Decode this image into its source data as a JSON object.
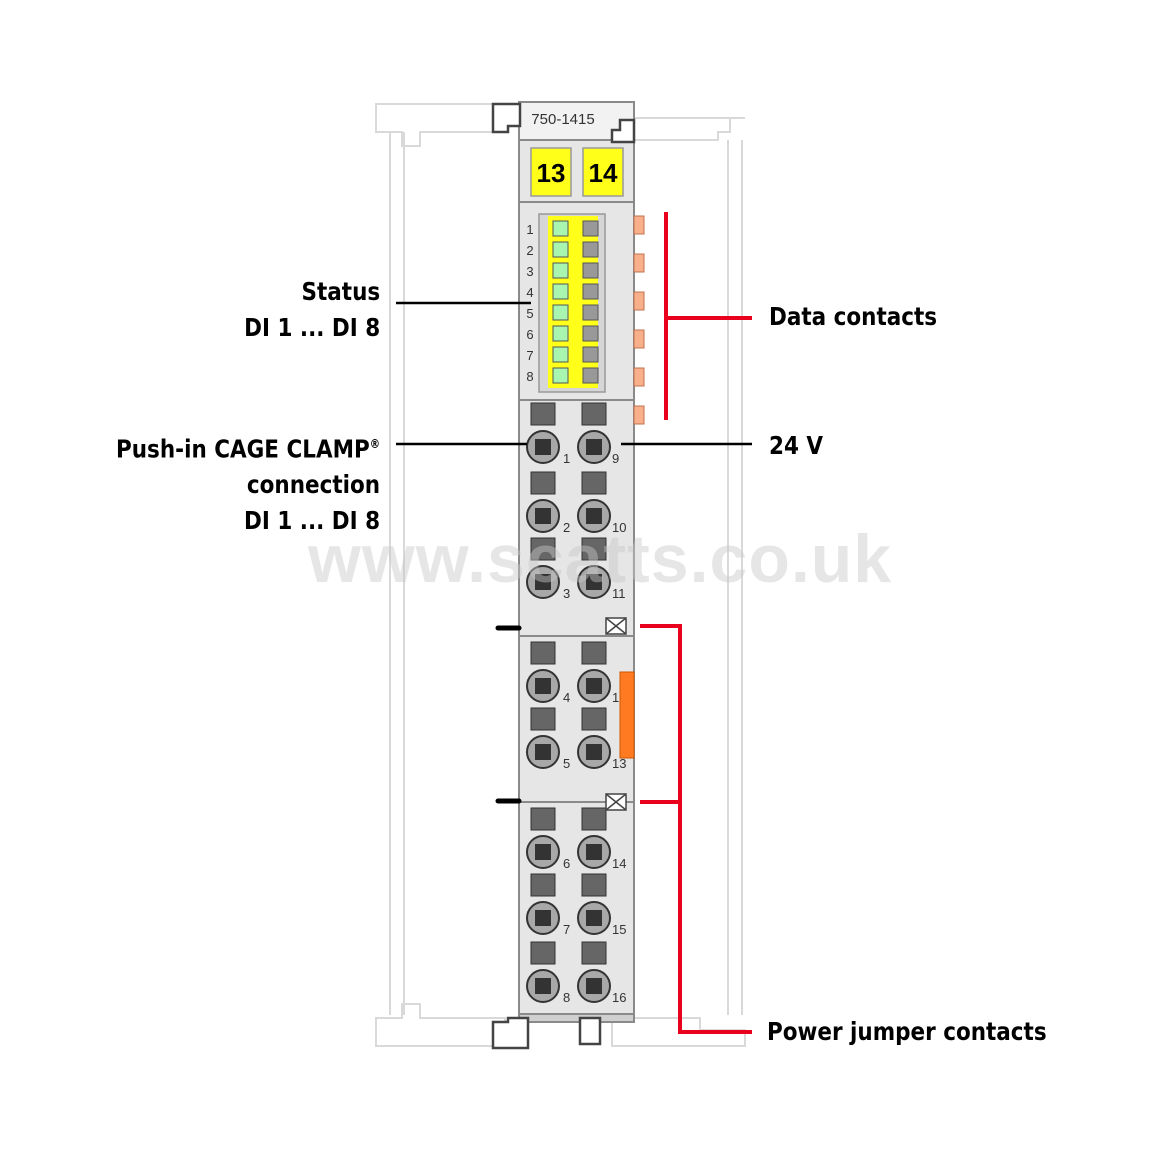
{
  "module": {
    "model": "750-1415",
    "markers": [
      "13",
      "14"
    ],
    "led_numbers": [
      "1",
      "2",
      "3",
      "4",
      "5",
      "6",
      "7",
      "8"
    ],
    "terminal_numbers": {
      "left": [
        "1",
        "2",
        "3",
        "4",
        "5",
        "6",
        "7",
        "8"
      ],
      "right": [
        "9",
        "10",
        "11",
        "12",
        "13",
        "14",
        "15",
        "16"
      ]
    }
  },
  "labels": {
    "status_line1": "Status",
    "status_line2": "DI 1 ... DI 8",
    "pushin_line1": "Push-in CAGE CLAMP",
    "pushin_registered": "®",
    "pushin_line2": "connection",
    "pushin_line3": "DI 1 ... DI 8",
    "data_contacts": "Data contacts",
    "voltage_24v": "24 V",
    "power_jumper": "Power jumper contacts"
  },
  "watermark": "www.scatts.co.uk",
  "colors": {
    "housing": "#e6e6e6",
    "outline": "#8a8a8a",
    "marker_yellow": "#ffff1a",
    "led_green": "#a8f5b0",
    "led_gray": "#999999",
    "data_contact": "#f8b08a",
    "power_contact": "#ff7a20",
    "callout_red": "#e8001c",
    "callout_black": "#000000"
  }
}
